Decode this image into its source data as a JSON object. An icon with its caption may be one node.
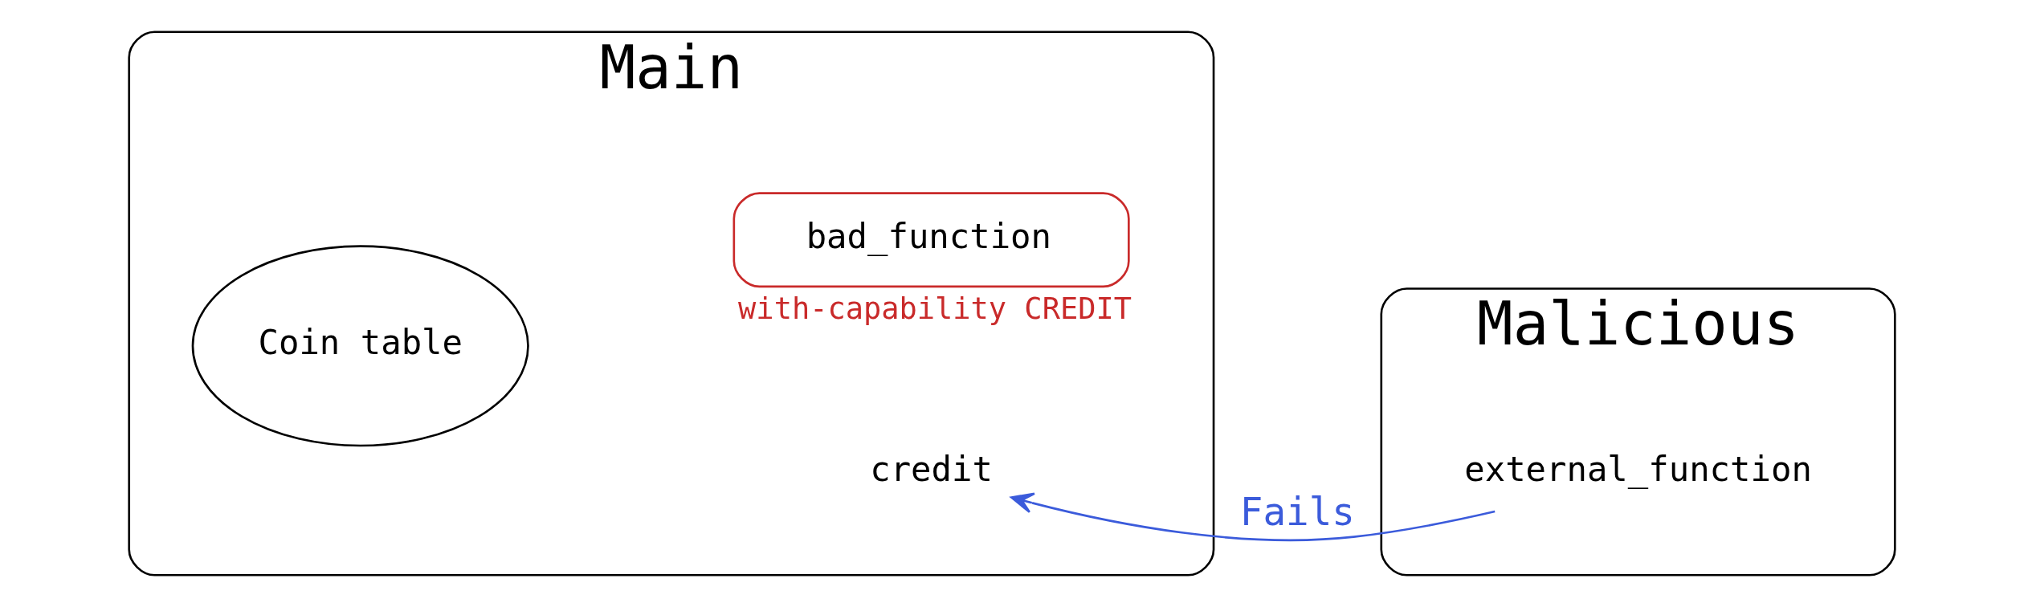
{
  "diagram": {
    "nodes": [
      {
        "text": [
          "Main"
        ]
      },
      {
        "text": [
          "Coin table"
        ],
        "in": 0
      },
      {
        "text": [
          "credit"
        ],
        "in": 0
      },
      {
        "text": [
          "bad_function"
        ],
        "in": 0,
        "beside": [
          "with-capability CREDIT"
        ]
      },
      {
        "text": [
          "Malicious"
        ]
      },
      {
        "text": [
          "external_function"
        ],
        "in": 4
      }
    ],
    "edges": [
      {
        "from": 5,
        "to": 2,
        "arrow": "to",
        "label": "Fails",
        "color": "#3b5bdb"
      }
    ]
  }
}
